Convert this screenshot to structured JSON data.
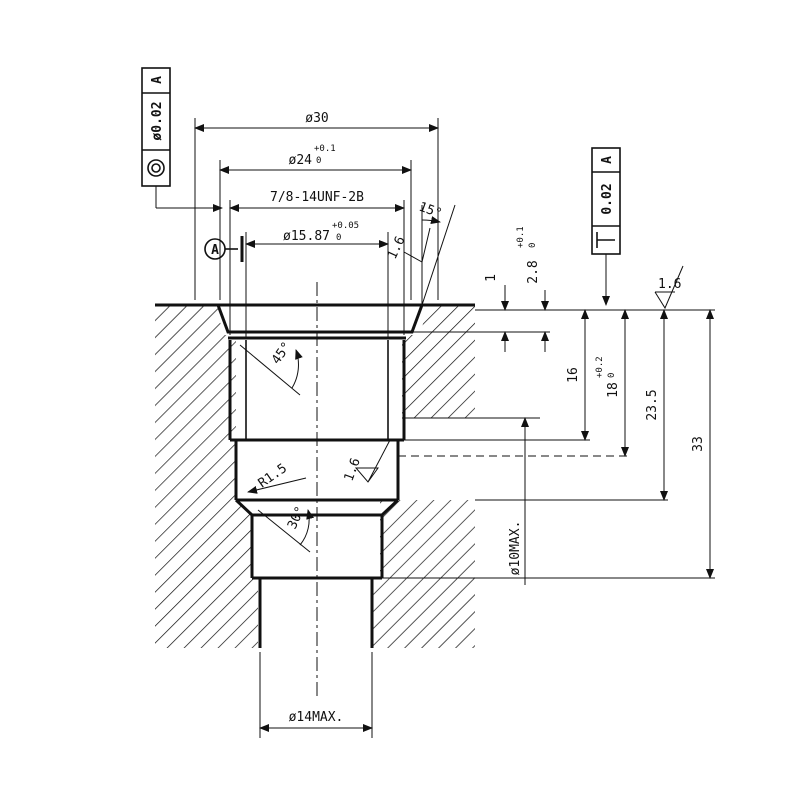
{
  "dimensions": {
    "d30": "ø30",
    "d24": "ø24",
    "d24_tol_upper": "+0.1",
    "d24_tol_lower": "0",
    "thread": "7/8-14UNF-2B",
    "d1587": "ø15.87",
    "d1587_tol_upper": "+0.05",
    "d1587_tol_lower": "0",
    "angle15": "15°",
    "angle45": "45°",
    "angle30": "30°",
    "r15": "R1.5",
    "v1": "1",
    "v28": "2.8",
    "v28_tol_upper": "+0.1",
    "v28_tol_lower": "0",
    "v16": "16",
    "v18": "18",
    "v18_tol_upper": "+0.2",
    "v18_tol_lower": "0",
    "v235": "23.5",
    "v33": "33",
    "d10max": "ø10MAX.",
    "d14max": "ø14MAX."
  },
  "roughness": {
    "top": "1.6",
    "thread_flank": "1.6",
    "seal_bore": "1.6"
  },
  "tolerance_frames": {
    "concentricity": {
      "value": "ø0.02",
      "datum": "A",
      "symbol": "concentricity-icon"
    },
    "perpendicularity": {
      "value": "0.02",
      "datum": "A",
      "symbol": "perpendicularity-icon"
    }
  },
  "datum": {
    "label": "A"
  }
}
